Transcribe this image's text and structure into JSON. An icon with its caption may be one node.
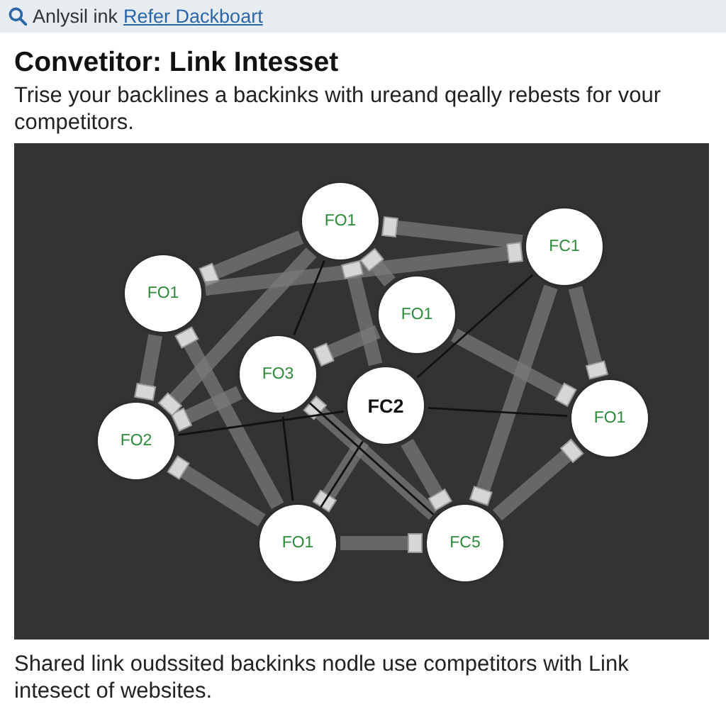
{
  "diagram": {
    "title": "Convetitor: Link Intesset",
    "caption": "Shared link oudssited backinks nodle use competitors with Link intesect of websites.",
    "nodes": [
      {
        "text": [
          "FO1"
        ]
      },
      {
        "text": [
          "FC1"
        ]
      },
      {
        "text": [
          "FO1"
        ]
      },
      {
        "text": [
          "FO1"
        ]
      },
      {
        "text": [
          "FO3"
        ]
      },
      {
        "text": [
          "FC2"
        ]
      },
      {
        "text": [
          "FO2"
        ]
      },
      {
        "text": [
          "FO1"
        ]
      },
      {
        "text": [
          "FO1"
        ]
      },
      {
        "text": [
          "FC5"
        ]
      }
    ],
    "edges": [
      {
        "from": 0,
        "to": 2,
        "arrow": "other"
      },
      {
        "from": 1,
        "to": 0,
        "arrow": "other"
      },
      {
        "from": 2,
        "to": 1,
        "arrow": "other"
      },
      {
        "from": 5,
        "to": 0,
        "arrow": "other"
      },
      {
        "from": 3,
        "to": 0,
        "arrow": "other"
      },
      {
        "from": 3,
        "to": 7,
        "arrow": "other"
      },
      {
        "from": 1,
        "to": 9,
        "arrow": "other"
      },
      {
        "from": 1,
        "to": 7,
        "arrow": "other"
      },
      {
        "from": 9,
        "to": 7,
        "arrow": "other"
      },
      {
        "from": 2,
        "to": 6,
        "arrow": "other"
      },
      {
        "from": 4,
        "to": 6,
        "arrow": "other"
      },
      {
        "from": 0,
        "to": 6,
        "arrow": "other"
      },
      {
        "from": 8,
        "to": 6,
        "arrow": "other"
      },
      {
        "from": 8,
        "to": 9,
        "arrow": "other"
      },
      {
        "from": 8,
        "to": 2,
        "arrow": "other"
      },
      {
        "from": 9,
        "to": 4,
        "arrow": "other"
      },
      {
        "from": 5,
        "to": 9,
        "arrow": "other"
      },
      {
        "from": 3,
        "to": 4,
        "arrow": "other"
      },
      {
        "from": 5,
        "to": 8,
        "arrow": "other"
      },
      {
        "from": 0,
        "to": 4,
        "arrow": "none",
        "color": "#111111"
      },
      {
        "from": 1,
        "to": 5,
        "arrow": "none",
        "color": "#111111"
      },
      {
        "from": 5,
        "to": 7,
        "arrow": "none",
        "color": "#111111"
      },
      {
        "from": 6,
        "to": 5,
        "arrow": "none",
        "color": "#111111"
      },
      {
        "from": 4,
        "to": 8,
        "arrow": "none",
        "color": "#111111"
      },
      {
        "from": 4,
        "to": 9,
        "arrow": "none",
        "color": "#111111"
      },
      {
        "from": 5,
        "to": 8,
        "arrow": "none",
        "color": "#111111"
      }
    ],
    "labels": [
      "Anlysil ink",
      "Refer Dackboart",
      "Trise your backlines a backinks with ureand qeally rebests for vour competitors."
    ]
  }
}
